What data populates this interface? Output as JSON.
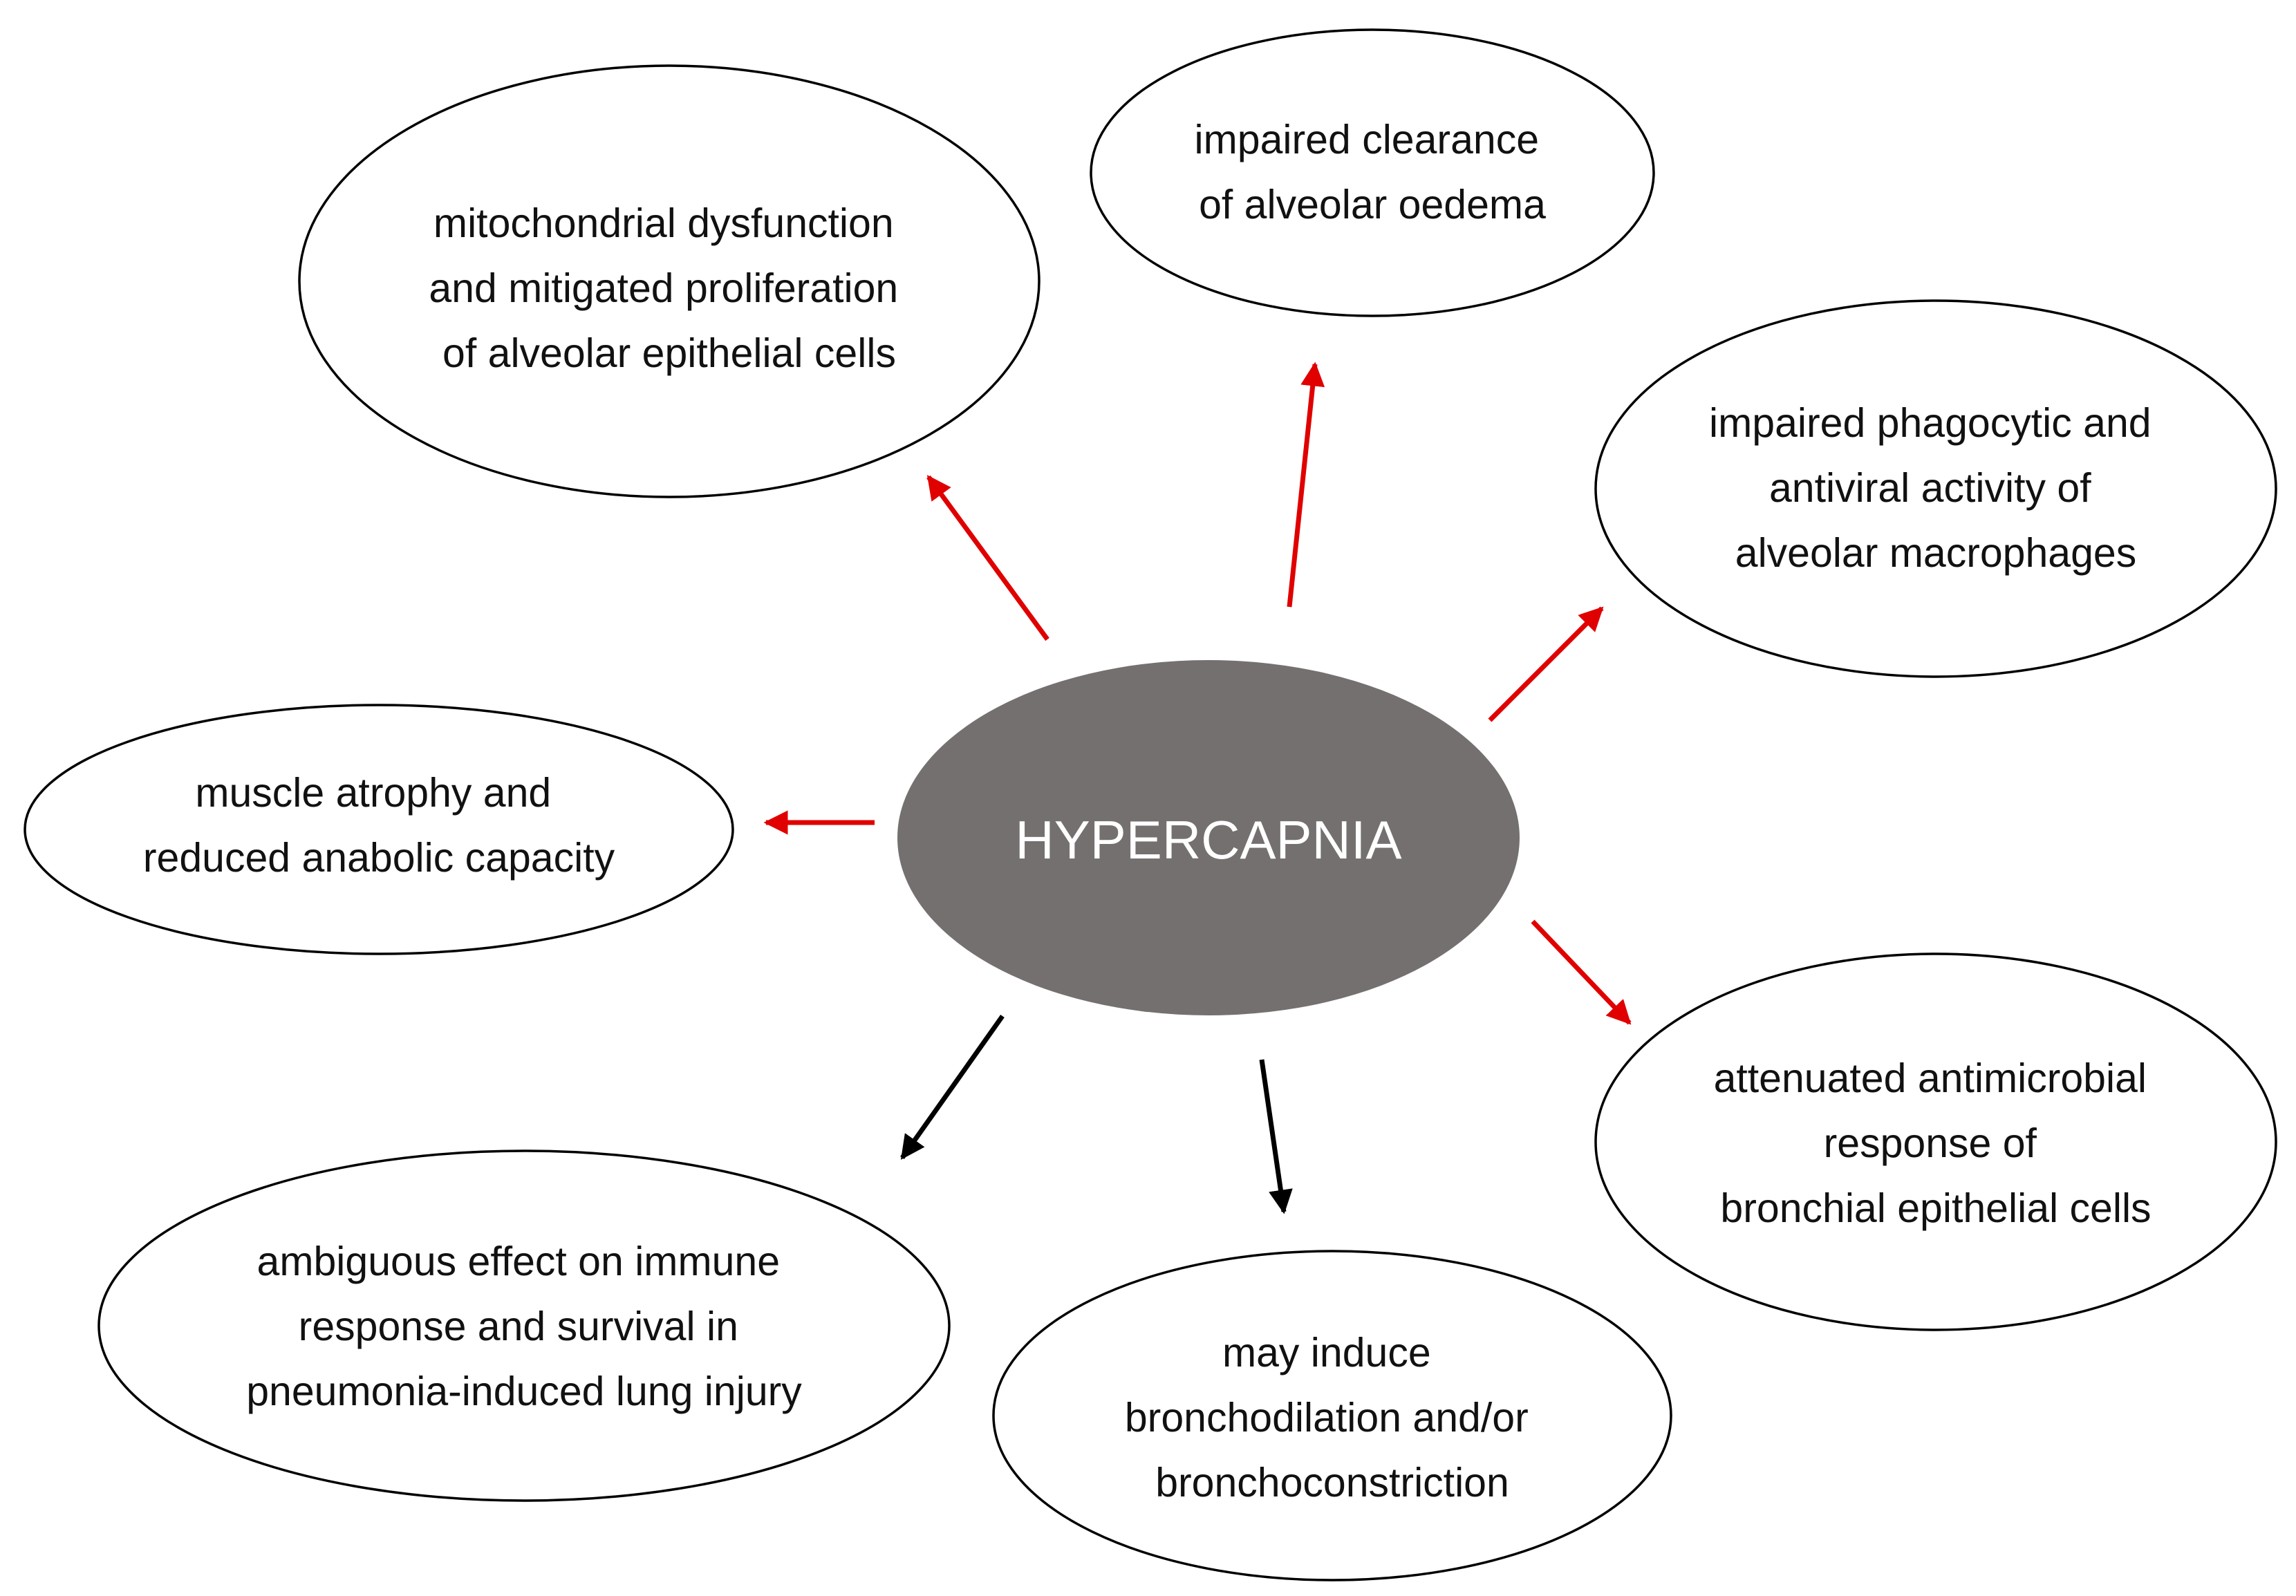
{
  "center": {
    "label": "HYPERCAPNIA",
    "fill": "#757070"
  },
  "colors": {
    "red_arrow": "#e00000",
    "black_arrow": "#000000",
    "ellipse_stroke": "#000000",
    "ellipse_fill": "#ffffff"
  },
  "effects": [
    {
      "id": "mitochondrial",
      "lines": [
        "mitochondrial dysfunction",
        "and mitigated proliferation",
        "of alveolar epithelial cells"
      ],
      "arrow_color": "red"
    },
    {
      "id": "clearance",
      "lines": [
        "impaired clearance",
        "of alveolar oedema"
      ],
      "arrow_color": "red"
    },
    {
      "id": "phagocytic",
      "lines": [
        "impaired phagocytic and",
        "antiviral activity of",
        "alveolar macrophages"
      ],
      "arrow_color": "red"
    },
    {
      "id": "muscle",
      "lines": [
        "muscle atrophy and",
        "reduced anabolic capacity"
      ],
      "arrow_color": "red"
    },
    {
      "id": "antimicrobial",
      "lines": [
        "attenuated antimicrobial",
        "response of",
        "bronchial epithelial cells"
      ],
      "arrow_color": "red"
    },
    {
      "id": "immune",
      "lines": [
        "ambiguous effect on immune",
        "response and survival in",
        "pneumonia-induced lung injury"
      ],
      "arrow_color": "black"
    },
    {
      "id": "broncho",
      "lines": [
        "may induce",
        "bronchodilation and/or",
        "bronchoconstriction"
      ],
      "arrow_color": "black"
    }
  ]
}
